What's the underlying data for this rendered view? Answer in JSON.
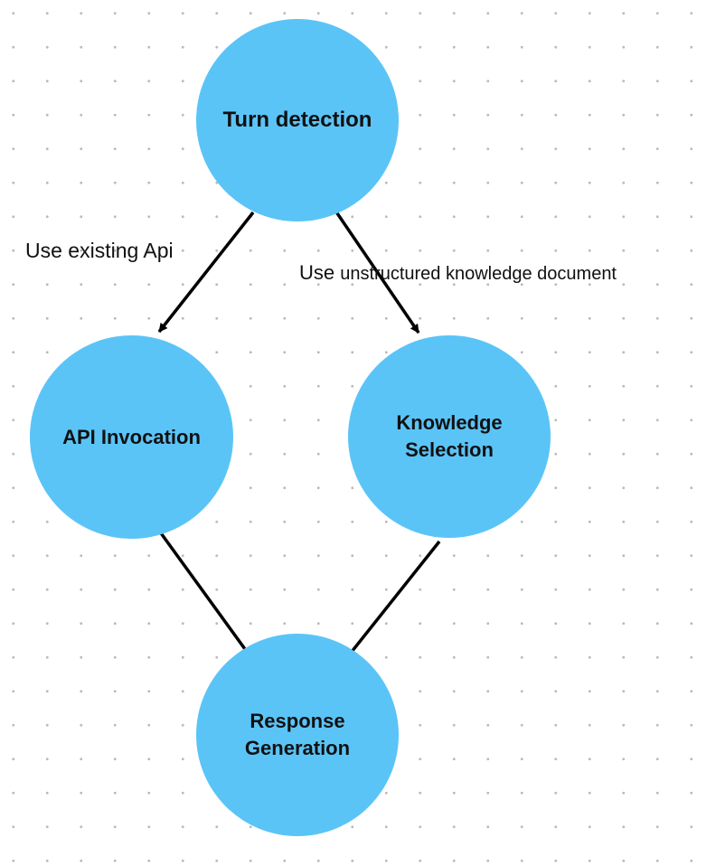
{
  "theme": {
    "node_fill": "#5bc4f7",
    "edge_color": "#000000"
  },
  "nodes": {
    "turn_detection": "Turn detection",
    "api_invocation": "API Invocation",
    "knowledge_selection": "Knowledge\nSelection",
    "response_generation": "Response\nGeneration"
  },
  "edges": {
    "use_existing_api": "Use existing Api",
    "use_unstructured_prefix": "Use ",
    "use_unstructured_rest": "unstructured knowledge document"
  }
}
